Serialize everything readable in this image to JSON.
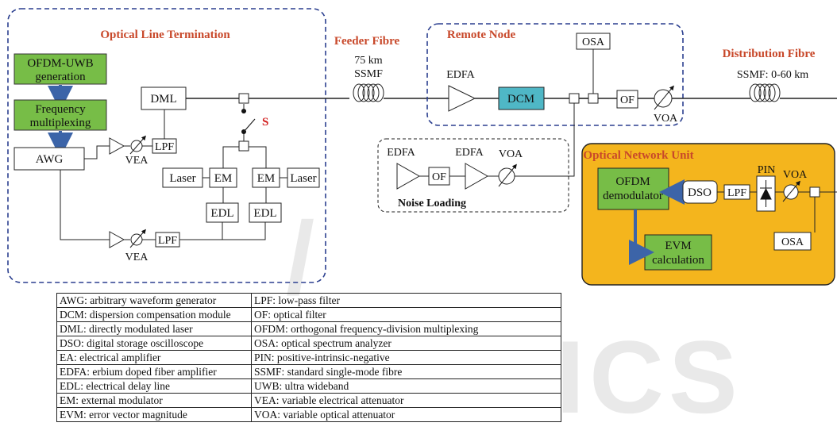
{
  "sections": {
    "olt_title": "Optical Line Termination",
    "feeder_title": "Feeder Fibre",
    "remote_title": "Remote Node",
    "distribution_title": "Distribution Fibre",
    "onu_title": "Optical Network Unit",
    "noise_title": "Noise Loading"
  },
  "fibres": {
    "feeder_len": "75 km",
    "feeder_type": "SSMF",
    "distribution": "SSMF: 0-60 km"
  },
  "blocks": {
    "ofdm_gen_1": "OFDM-UWB",
    "ofdm_gen_2": "generation",
    "freq_mux_1": "Frequency",
    "freq_mux_2": "multiplexing",
    "awg": "AWG",
    "dml": "DML",
    "lpf": "LPF",
    "vea": "VEA",
    "laser": "Laser",
    "em": "EM",
    "edl": "EDL",
    "switch": "S",
    "edfa": "EDFA",
    "dcm": "DCM",
    "osa": "OSA",
    "of": "OF",
    "voa": "VOA",
    "demod_1": "OFDM",
    "demod_2": "demodulator",
    "dso": "DSO",
    "pin": "PIN",
    "evm_1": "EVM",
    "evm_2": "calculation"
  },
  "colors": {
    "green_block": "#77bd47",
    "dcm_block": "#4fb7c6",
    "onu_fill": "#f4b51d",
    "dashed_border": "#2b3f8f",
    "section_title": "#c8482a",
    "arrow_blue": "#3c64a8"
  },
  "abbreviations": [
    [
      "AWG: arbitrary waveform generator",
      "LPF: low-pass filter"
    ],
    [
      "DCM: dispersion compensation module",
      "OF: optical filter"
    ],
    [
      "DML: directly modulated laser",
      "OFDM: orthogonal frequency-division multiplexing"
    ],
    [
      "DSO: digital storage oscilloscope",
      "OSA: optical spectrum analyzer"
    ],
    [
      "EA: electrical amplifier",
      "PIN: positive-intrinsic-negative"
    ],
    [
      "EDFA: erbium doped fiber amplifier",
      "SSMF: standard single-mode fibre"
    ],
    [
      "EDL: electrical delay line",
      "UWB: ultra wideband"
    ],
    [
      "EM: external modulator",
      "VEA: variable electrical attenuator"
    ],
    [
      "EVM: error vector magnitude",
      "VOA: variable optical attenuator"
    ]
  ]
}
